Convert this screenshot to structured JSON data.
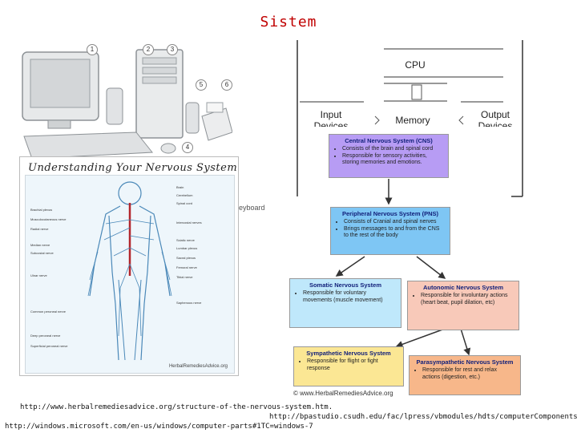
{
  "slide": {
    "title": "Sistem"
  },
  "computer_photo": {
    "callout_numbers": [
      "1",
      "2",
      "3",
      "4",
      "5",
      "6"
    ]
  },
  "cpu_diagram": {
    "cpu": "CPU",
    "input": "Input Devices",
    "memory": "Memory",
    "output": "Output Devices",
    "keyboard_fragment": "eyboard"
  },
  "nervous_poster": {
    "title": "Understanding Your Nervous System",
    "labels_left": [
      "Brachial plexus",
      "Musculocutaneous nerve",
      "Radial nerve",
      "Median nerve",
      "Subcostal nerve",
      "Ulnar nerve",
      "Common peroneal nerve",
      "Deep peroneal nerve",
      "Superficial peroneal nerve"
    ],
    "labels_right": [
      "Brain",
      "Cerebellum",
      "Spinal cord",
      "Intercostal nerves",
      "Sciatic nerve",
      "Lumbar plexus",
      "Sacral plexus",
      "Femoral nerve",
      "Tibial nerve",
      "Saphenous nerve"
    ],
    "credit": "HerbalRemediesAdvice.org"
  },
  "flowchart": {
    "cns": {
      "title": "Central Nervous System (CNS)",
      "bullets": [
        "Consists of the brain and spinal cord",
        "Responsible for sensory activities, storing memories and emotions."
      ]
    },
    "pns": {
      "title": "Peripheral Nervous System (PNS)",
      "bullets": [
        "Consists of Cranial and spinal nerves",
        "Brings messages to and from the CNS to the rest of the body"
      ]
    },
    "somatic": {
      "title": "Somatic Nervous System",
      "bullets": [
        "Responsible for voluntary movements (muscle movement)"
      ]
    },
    "autonomic": {
      "title": "Autonomic Nervous System",
      "bullets": [
        "Responsible for involuntary actions (heart beat, pupil dilation, etc)"
      ]
    },
    "sympathetic": {
      "title": "Sympathetic Nervous System",
      "bullets": [
        "Responsible for flight or fight response"
      ]
    },
    "parasympathetic": {
      "title": "Parasympathetic Nervous System",
      "bullets": [
        "Responsible for rest and relax actions (digestion, etc.)"
      ]
    },
    "watermark": "© www.HerbalRemediesAdvice.org"
  },
  "sources": {
    "url1": "http://www.herbalremediesadvice.org/structure-of-the-nervous-system.htm.",
    "url2": "http://bpastudio.csudh.edu/fac/lpress/vbmodules/hdts/computerComponents.htm",
    "url3": "http://windows.microsoft.com/en-us/windows/computer-parts#1TC=windows-7"
  },
  "colors": {
    "title": "#c00000",
    "cns": "#b79cf4",
    "pns": "#7ec6f4",
    "somatic": "#bfe8fb",
    "autonomic": "#f8c9b9",
    "sympathetic": "#fbe794",
    "parasympathetic": "#f7b78a",
    "nerve": "#4a88b8",
    "spine": "#b3262c"
  }
}
